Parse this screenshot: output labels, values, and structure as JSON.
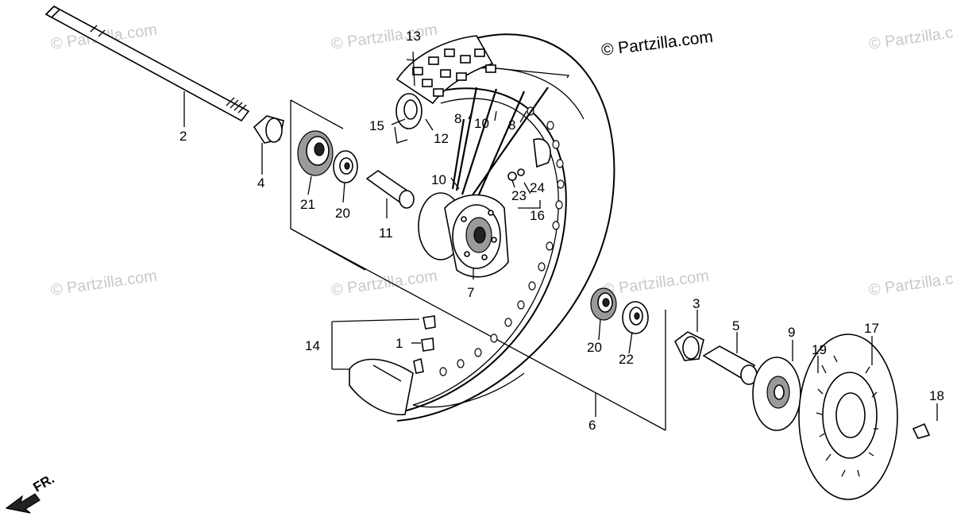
{
  "copyright": "© Partzilla.com",
  "watermark_text": "© Partzilla.com",
  "front_arrow_label": "FR.",
  "callouts": {
    "p1": "1",
    "p2": "2",
    "p3": "3",
    "p4": "4",
    "p5": "5",
    "p6": "6",
    "p7": "7",
    "p8a": "8",
    "p8b": "8",
    "p9": "9",
    "p10a": "10",
    "p10b": "10",
    "p11": "11",
    "p12": "12",
    "p13": "13",
    "p14": "14",
    "p15": "15",
    "p16": "16",
    "p17": "17",
    "p18": "18",
    "p19": "19",
    "p20a": "20",
    "p20b": "20",
    "p21": "21",
    "p22": "22",
    "p23": "23",
    "p24": "24"
  },
  "colors": {
    "ink": "#000000",
    "watermark": "#c9c9c9",
    "background": "#ffffff"
  }
}
